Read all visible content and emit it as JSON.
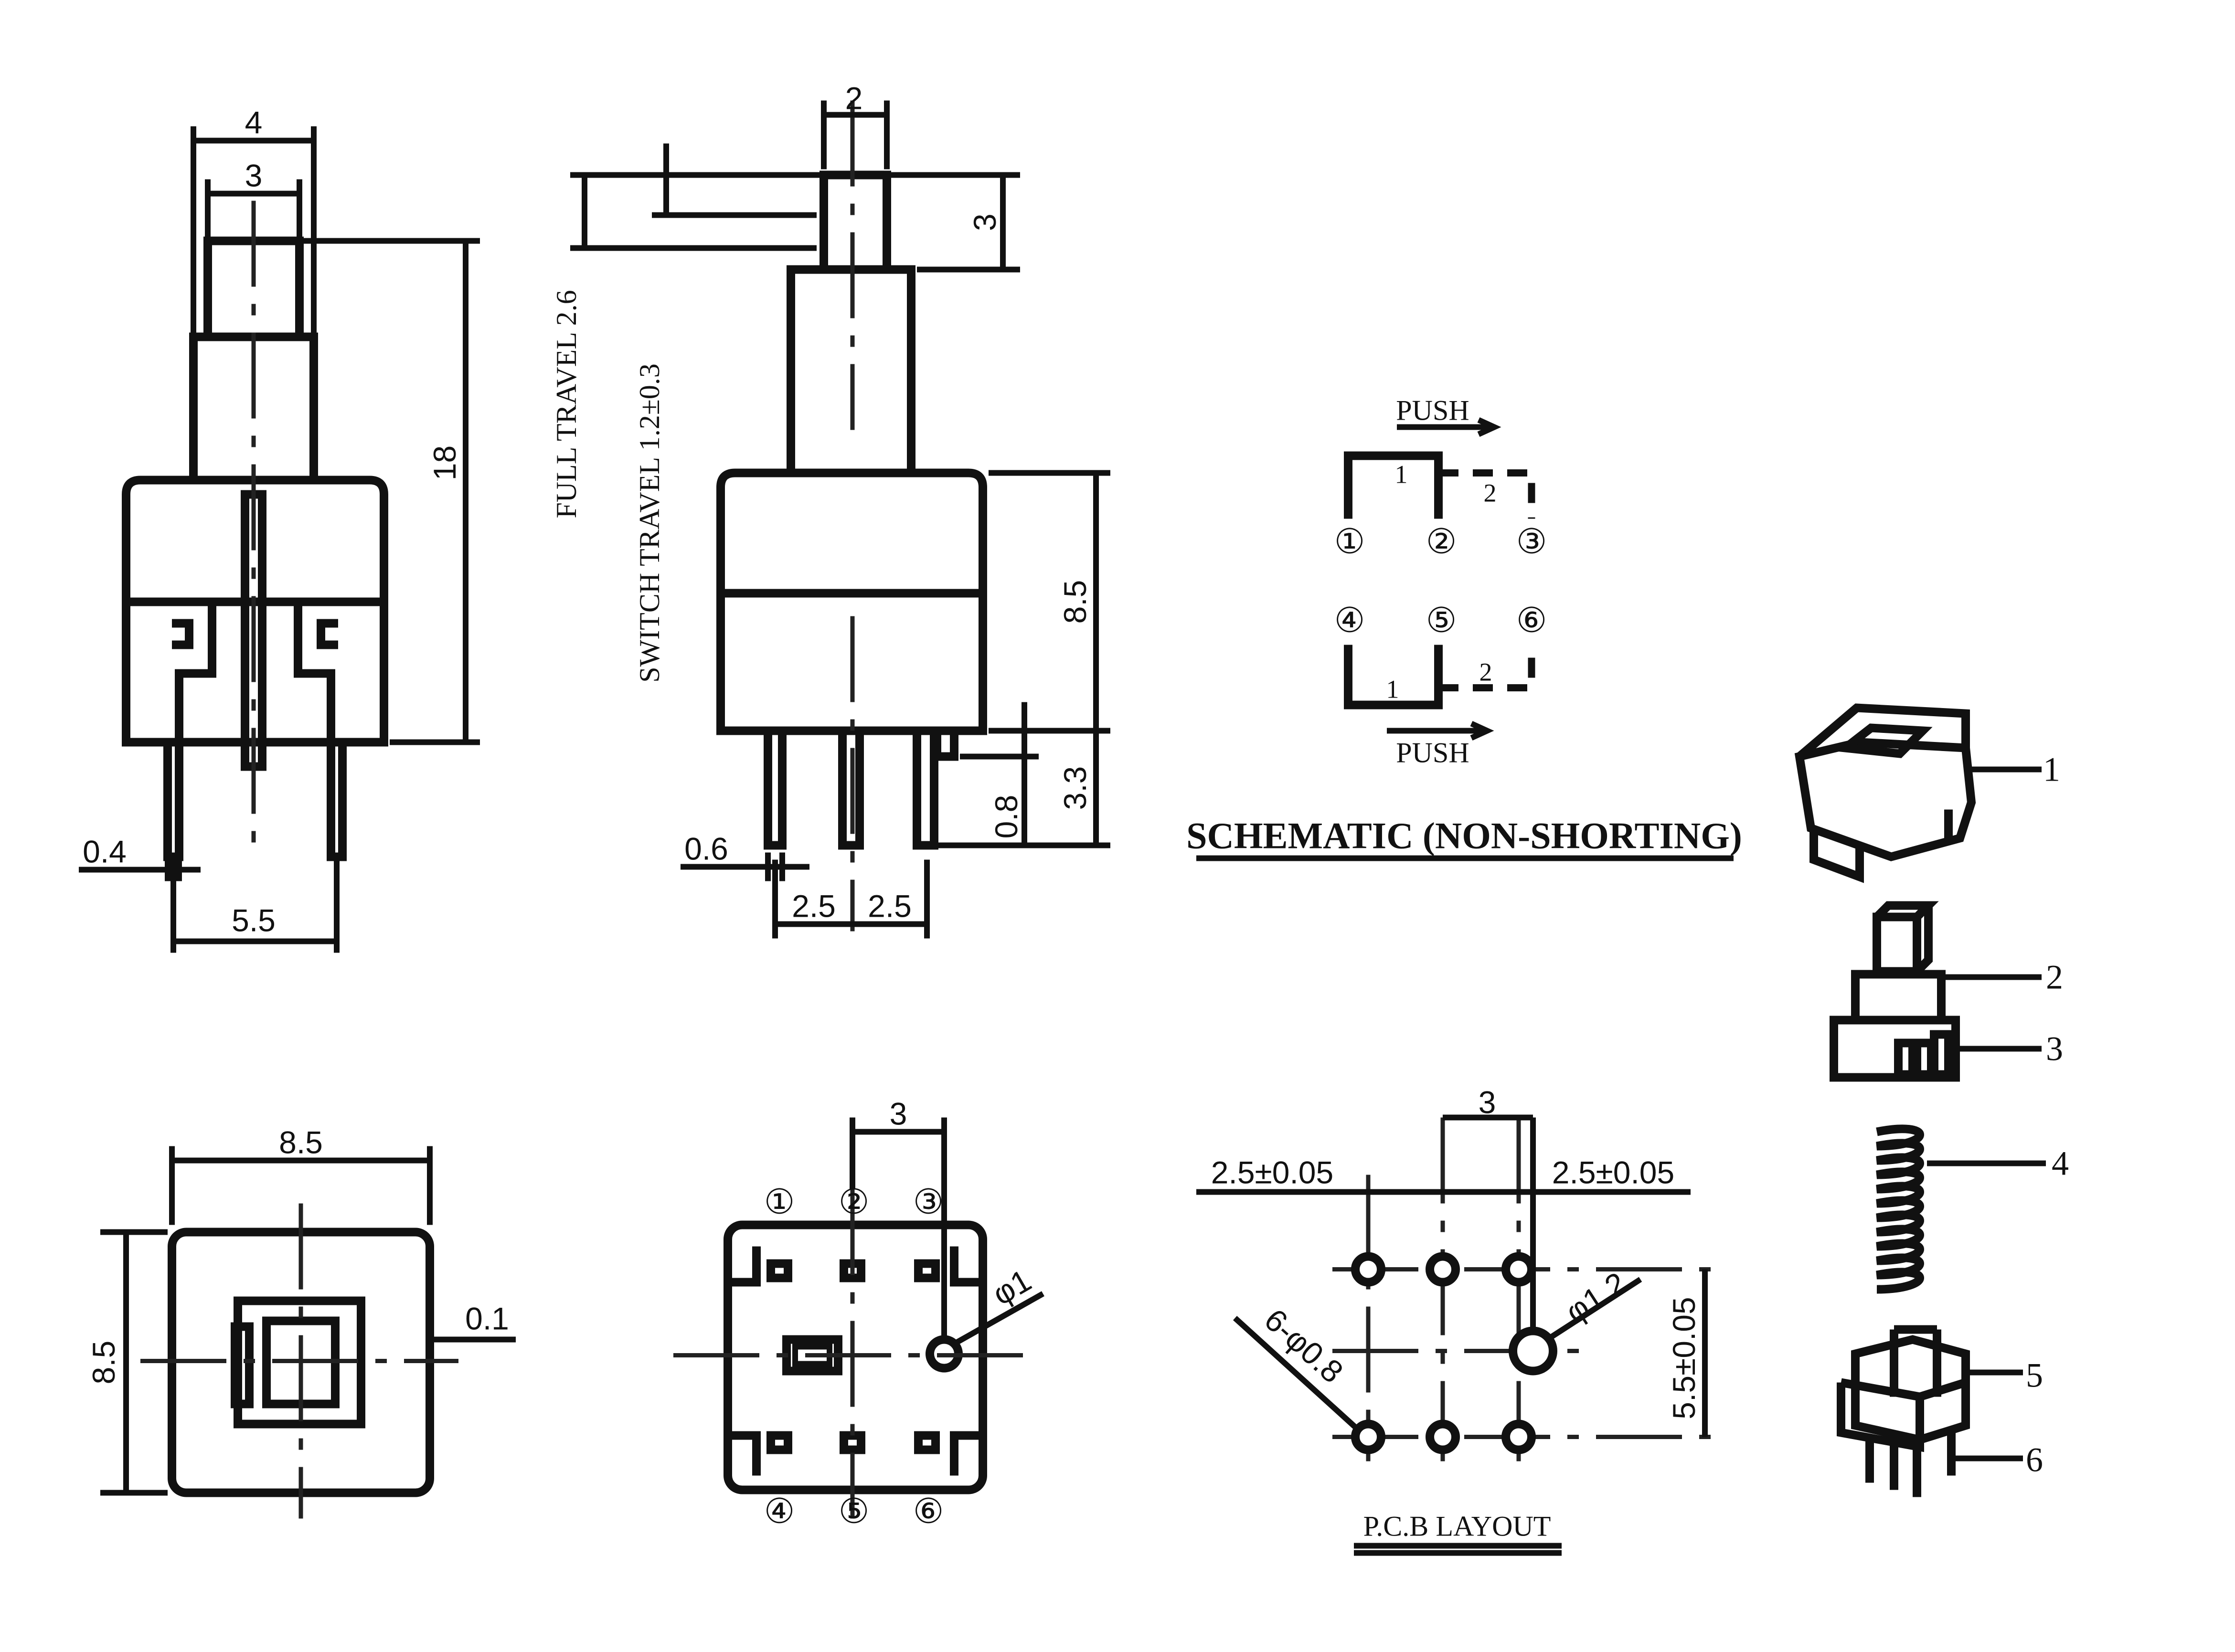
{
  "side_view": {
    "dim_top_outer": "4",
    "dim_top_inner": "3",
    "dim_height": "18",
    "dim_pin_width": "0.4",
    "dim_pin_spacing": "5.5"
  },
  "front_view": {
    "dim_plunger_width": "2",
    "dim_plunger_top": "3",
    "full_travel": "FULL  TRAVEL 2.6",
    "switch_travel": "SWITCH  TRAVEL 1.2±0.3",
    "dim_body_height": "8.5",
    "dim_pin_length": "3.3",
    "dim_pin_offset": "0.8",
    "dim_pin_width": "0.6",
    "dim_pitch_left": "2.5",
    "dim_pitch_right": "2.5"
  },
  "schematic": {
    "push_top": "PUSH",
    "push_bottom": "PUSH",
    "pins": [
      "①",
      "②",
      "③",
      "④",
      "⑤",
      "⑥"
    ],
    "pos_top_1": "1",
    "pos_top_2": "2",
    "pos_bot_1": "1",
    "pos_bot_2": "2",
    "title": "SCHEMATIC (NON-SHORTING)"
  },
  "top_view": {
    "dim_width": "8.5",
    "dim_height": "8.5",
    "dim_gap": "0.1"
  },
  "bottom_view": {
    "dim_pitch": "3",
    "dim_hole": "φ1",
    "pins": [
      "①",
      "②",
      "③",
      "④",
      "⑤",
      "⑥"
    ]
  },
  "pcb": {
    "dim_center": "3",
    "dim_left": "2.5±0.05",
    "dim_right": "2.5±0.05",
    "dim_vertical": "5.5±0.05",
    "dim_big_hole": "φ1.2",
    "dim_small_holes": "6-φ0.8",
    "title": "P.C.B LAYOUT"
  },
  "parts": {
    "labels": [
      "1",
      "2",
      "3",
      "4",
      "5",
      "6"
    ]
  }
}
